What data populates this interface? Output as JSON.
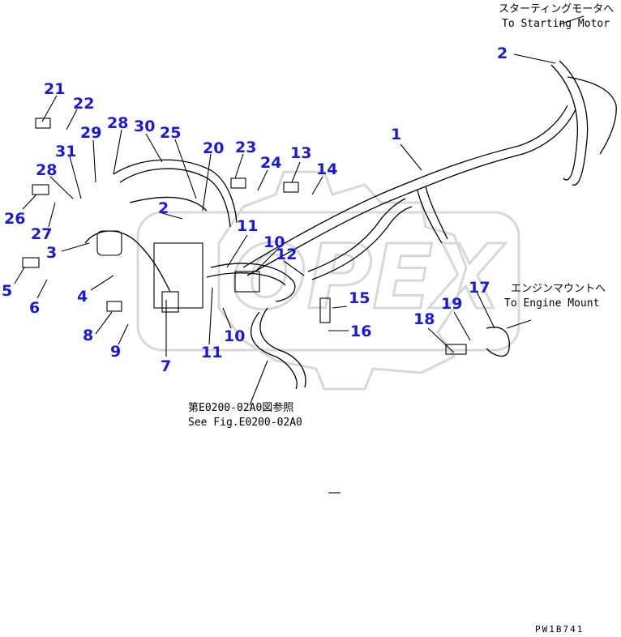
{
  "notes": {
    "starting_motor_jp": "スターティングモータへ",
    "starting_motor_en": "To Starting Motor",
    "engine_mount_jp": "エンジンマウントへ",
    "engine_mount_en": "To Engine Mount",
    "see_fig_jp": "第E0200-02A0図参照",
    "see_fig_en": "See Fig.E0200-02A0"
  },
  "figure_code": "PW1B741",
  "watermark": "OPEX",
  "part_numbers": [
    "1",
    "2",
    "2",
    "3",
    "4",
    "5",
    "6",
    "7",
    "8",
    "9",
    "10",
    "10",
    "11",
    "11",
    "12",
    "13",
    "14",
    "15",
    "16",
    "17",
    "18",
    "19",
    "20",
    "21",
    "22",
    "23",
    "24",
    "25",
    "26",
    "27",
    "28",
    "28",
    "29",
    "30",
    "31"
  ],
  "colors": {
    "callout": "#1a1ad6",
    "watermark": "#d8d8d8"
  }
}
